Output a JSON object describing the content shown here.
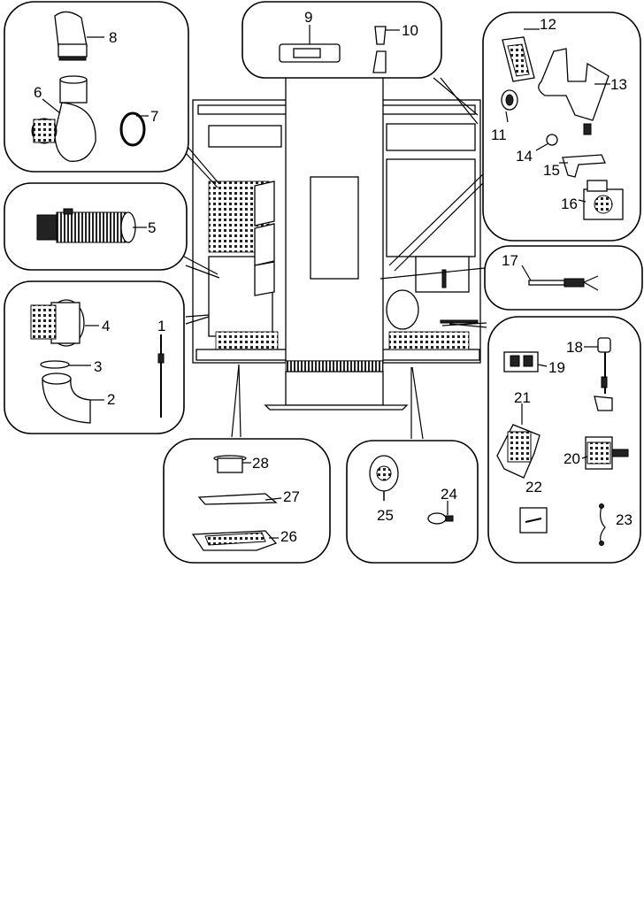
{
  "diagram": {
    "type": "exploded-parts-view",
    "stove_logo_text": "",
    "callouts": [
      "1",
      "2",
      "3",
      "4",
      "5",
      "6",
      "7",
      "8",
      "9",
      "10",
      "11",
      "12",
      "13",
      "14",
      "15",
      "16",
      "17",
      "18",
      "19",
      "20",
      "21",
      "22",
      "23",
      "24",
      "25",
      "26",
      "27",
      "28"
    ]
  }
}
